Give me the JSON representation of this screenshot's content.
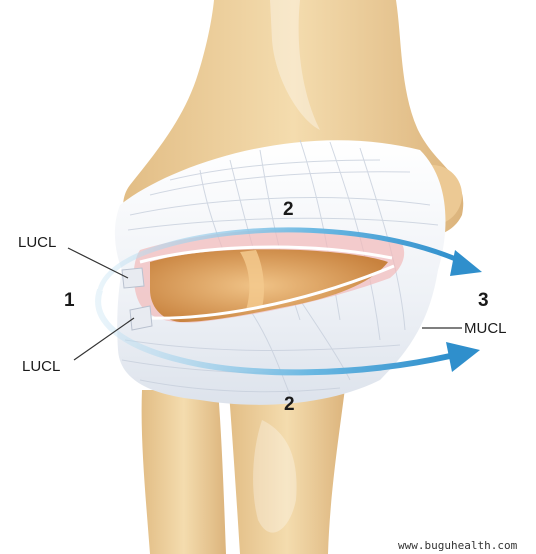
{
  "labels": {
    "lucl_upper": "LUCL",
    "lucl_lower": "LUCL",
    "mucl": "MUCL",
    "num_1": "1",
    "num_2_top": "2",
    "num_2_bottom": "2",
    "num_3": "3"
  },
  "watermark": "www.buguhealth.com",
  "colors": {
    "bone": "#efd2a0",
    "bone_shade": "#d9b07a",
    "ligament": "#f3f4f7",
    "ligament_shade": "#cfd6e2",
    "cartilage": "#d79a55",
    "arrow": "#4aa6d8",
    "arrow_dark": "#2c7fb8",
    "capsule_pink": "#f2b9b9"
  }
}
